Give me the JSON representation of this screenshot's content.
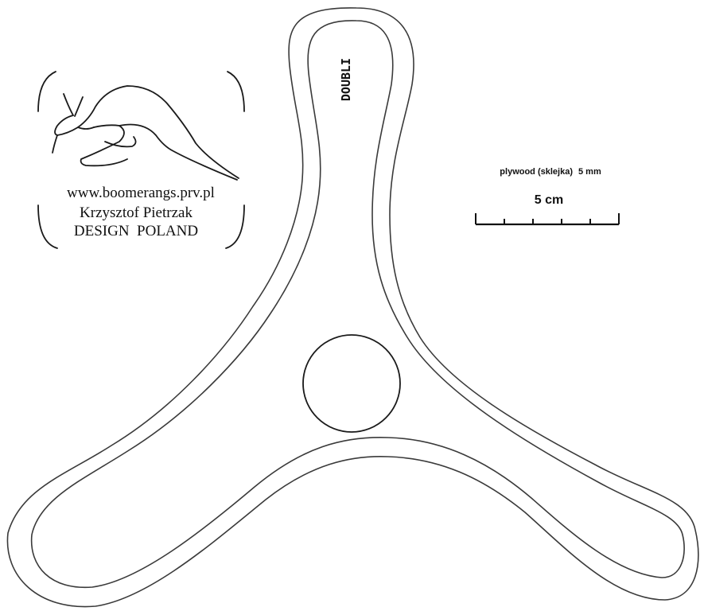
{
  "logo": {
    "url": "www.boomerangs.prv.pl",
    "author": "Krzysztof Pietrzak",
    "design": "DESIGN  POLAND"
  },
  "boomerang": {
    "name": "DOUBLI"
  },
  "material": {
    "label": "plywood (sklejka)",
    "thickness": "5 mm"
  },
  "scale": {
    "label": "5 cm",
    "divisions": 5
  },
  "colors": {
    "ink": "#3a3a3a",
    "background": "#ffffff"
  }
}
